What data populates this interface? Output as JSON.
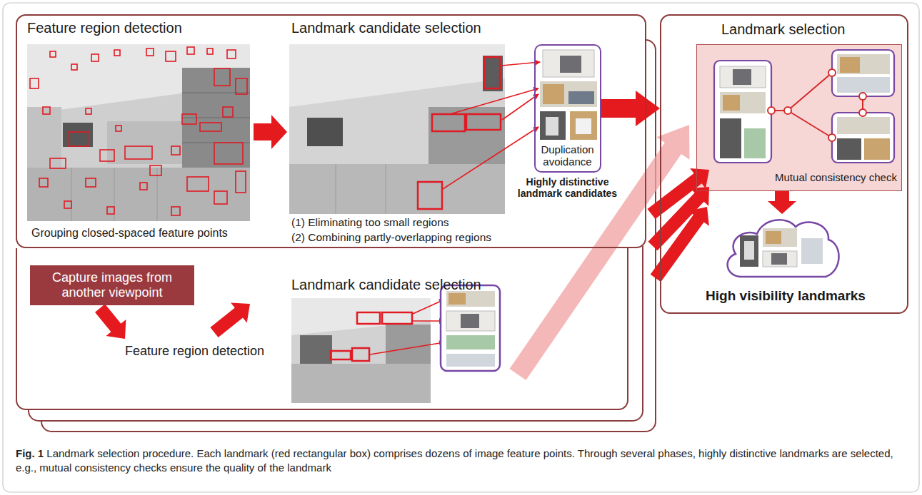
{
  "diagram": {
    "caption": "Fig. 1 Landmark selection procedure. Each landmark (red rectangular box) comprises dozens of image feature points. Through several phases, highly distinctive landmarks are selected, e.g., mutual consistency checks ensure the quality of the landmark",
    "nodes": [
      {
        "text": [
          "Feature region detection",
          "Grouping closed-spaced feature points",
          "Landmark candidate selection",
          "(1) Eliminating too small regions",
          "(2) Combining partly-overlapping regions"
        ]
      },
      {
        "text": [
          "Duplication avoidance",
          "Highly distinctive landmark candidates"
        ],
        "in": 0
      },
      {
        "text": [
          "Feature region detection",
          "Landmark candidate selection"
        ]
      },
      {
        "text": [
          "Capture images from another viewpoint"
        ],
        "in": 2
      },
      {
        "text": [
          "Landmark selection"
        ]
      },
      {
        "text": [
          "Mutual consistency check"
        ],
        "in": 4
      },
      {
        "text": [
          "High visibility landmarks"
        ],
        "in": 4
      }
    ],
    "edges": [
      {
        "from": 1,
        "to": 4,
        "arrow": "to"
      },
      {
        "from": 5,
        "to": 6,
        "arrow": "to"
      }
    ]
  }
}
